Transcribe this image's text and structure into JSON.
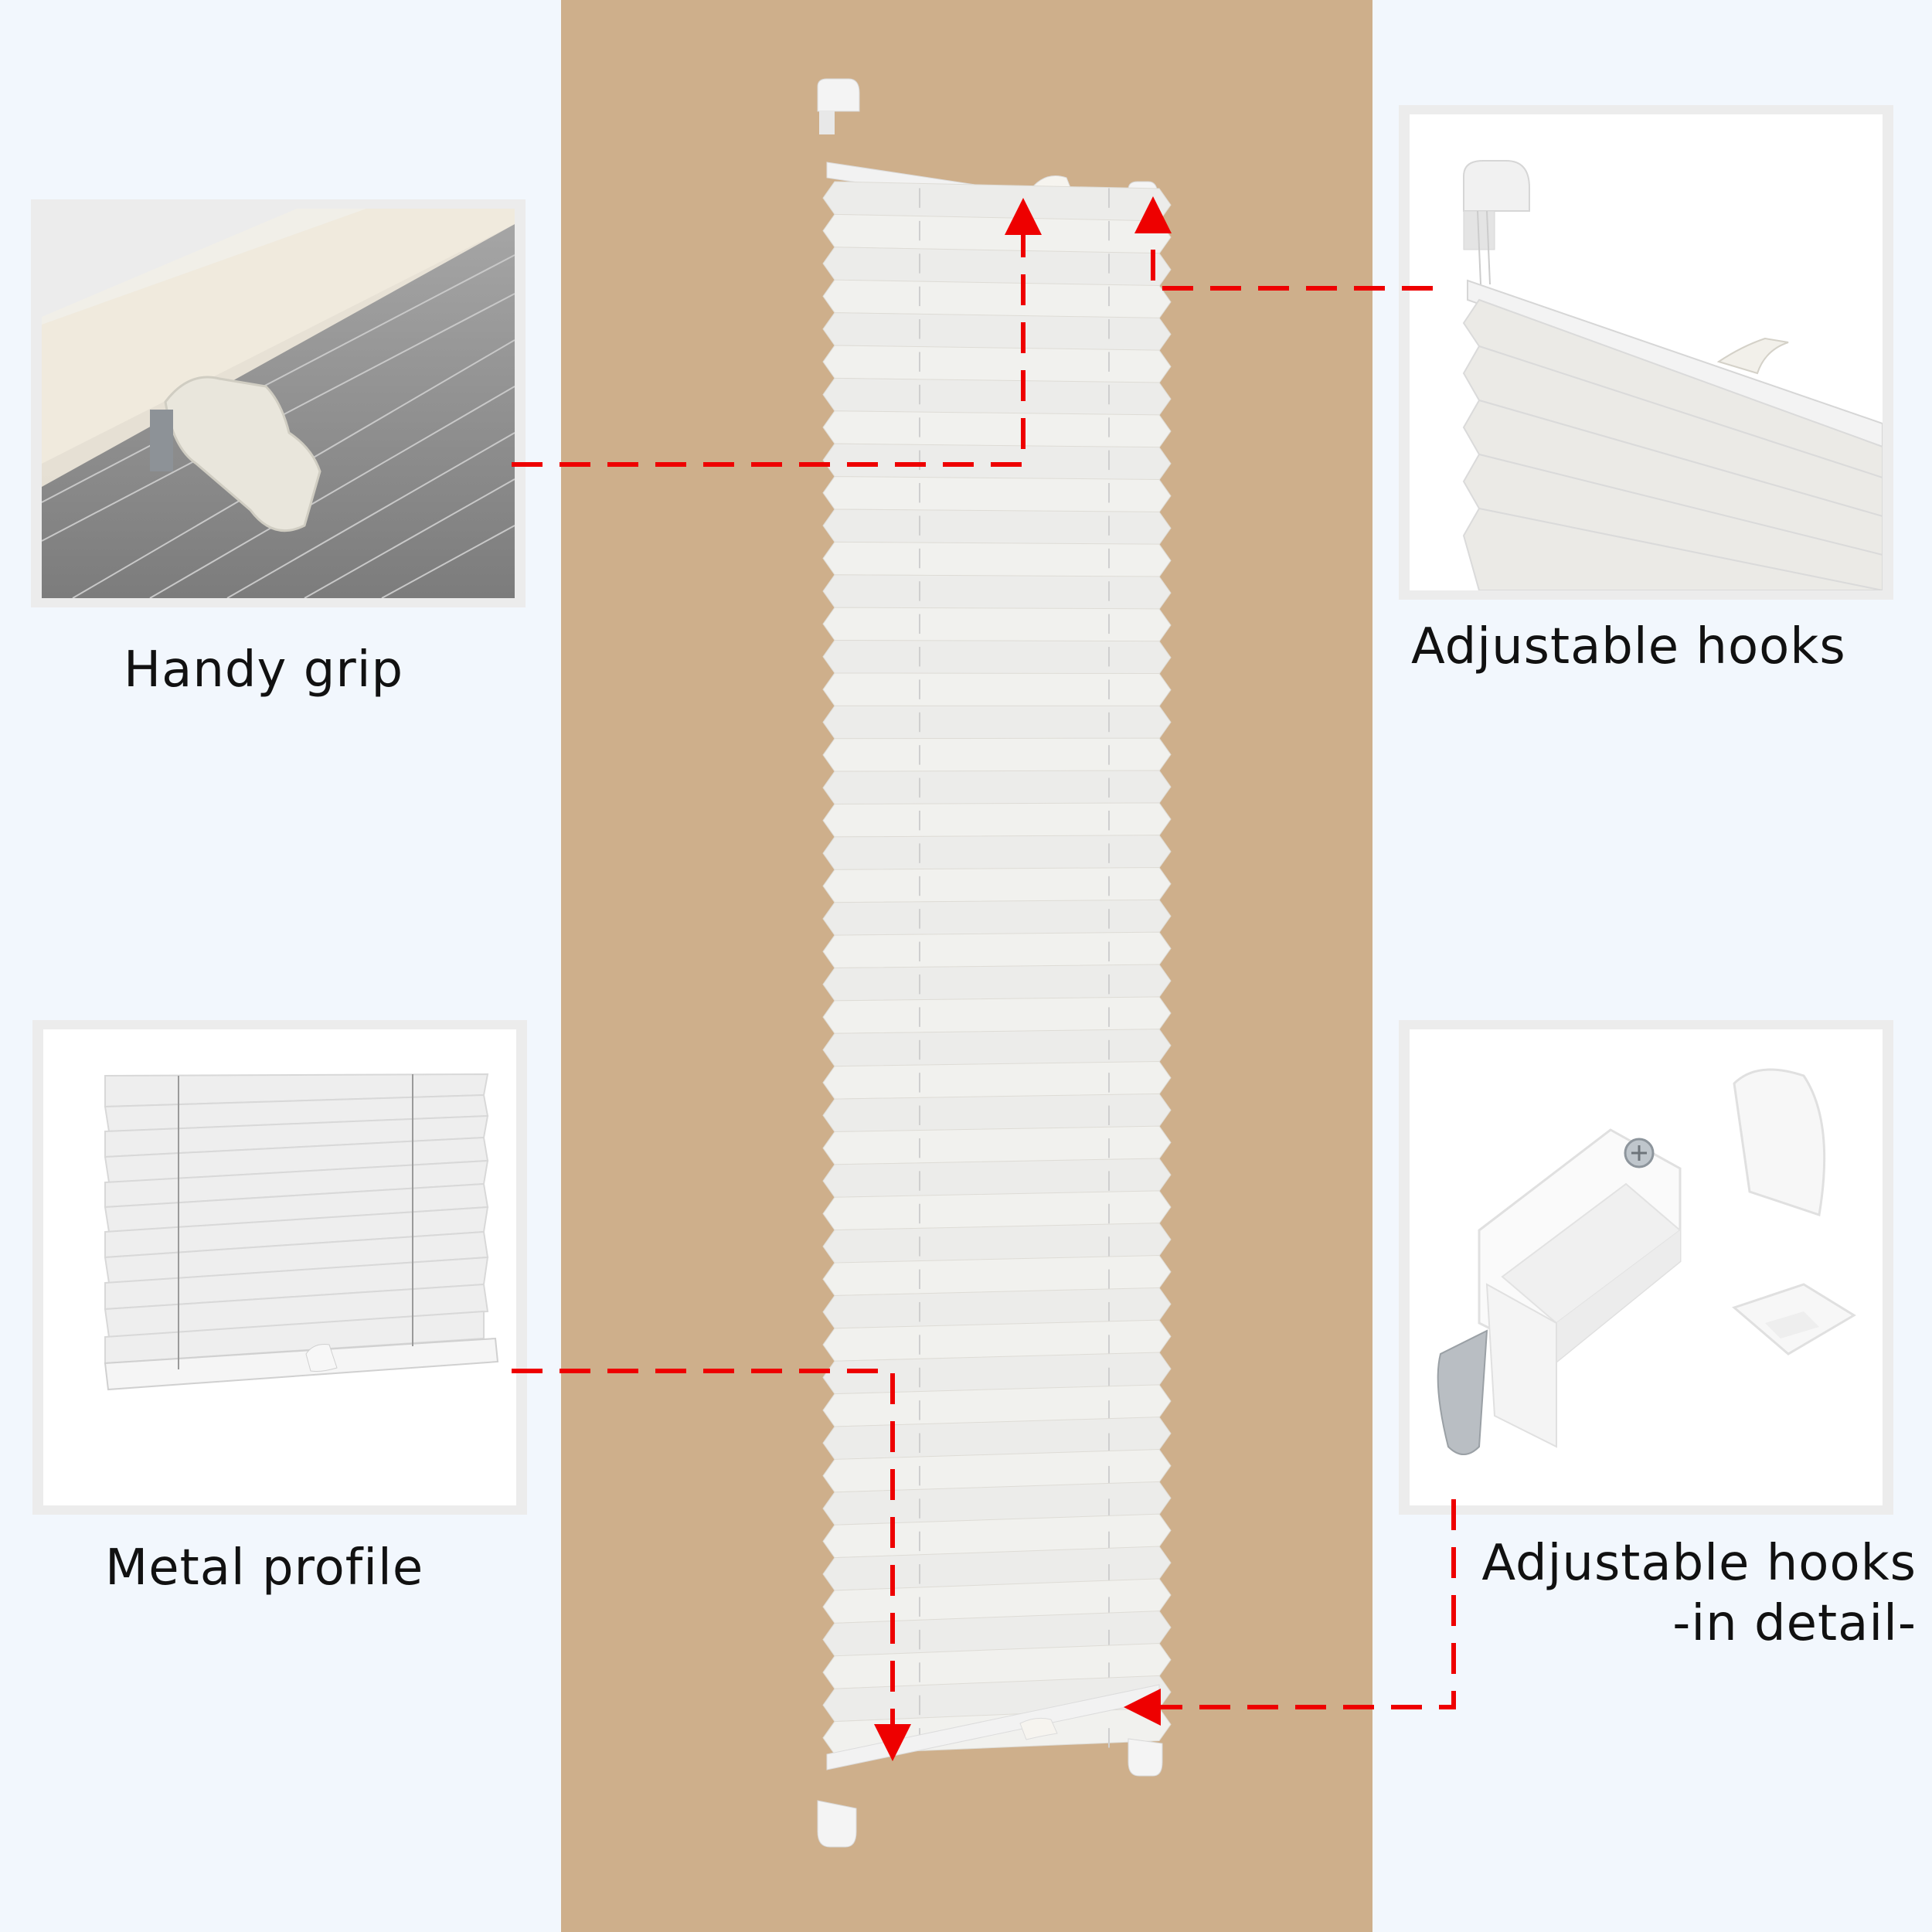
{
  "background": {
    "page": "#f2f7fd",
    "stripe": "#ceaf8b",
    "accent": "#ee0000"
  },
  "callouts": [
    {
      "id": "handy-grip",
      "label": "Handy grip"
    },
    {
      "id": "adjustable-hooks",
      "label": "Adjustable hooks"
    },
    {
      "id": "metal-profile",
      "label": "Metal profile"
    },
    {
      "id": "hooks-detail",
      "label_line1": "Adjustable hooks",
      "label_line2": "-in detail-"
    }
  ],
  "icons": {
    "arrow": "red-dashed-arrow",
    "product": "pleated-blind"
  }
}
